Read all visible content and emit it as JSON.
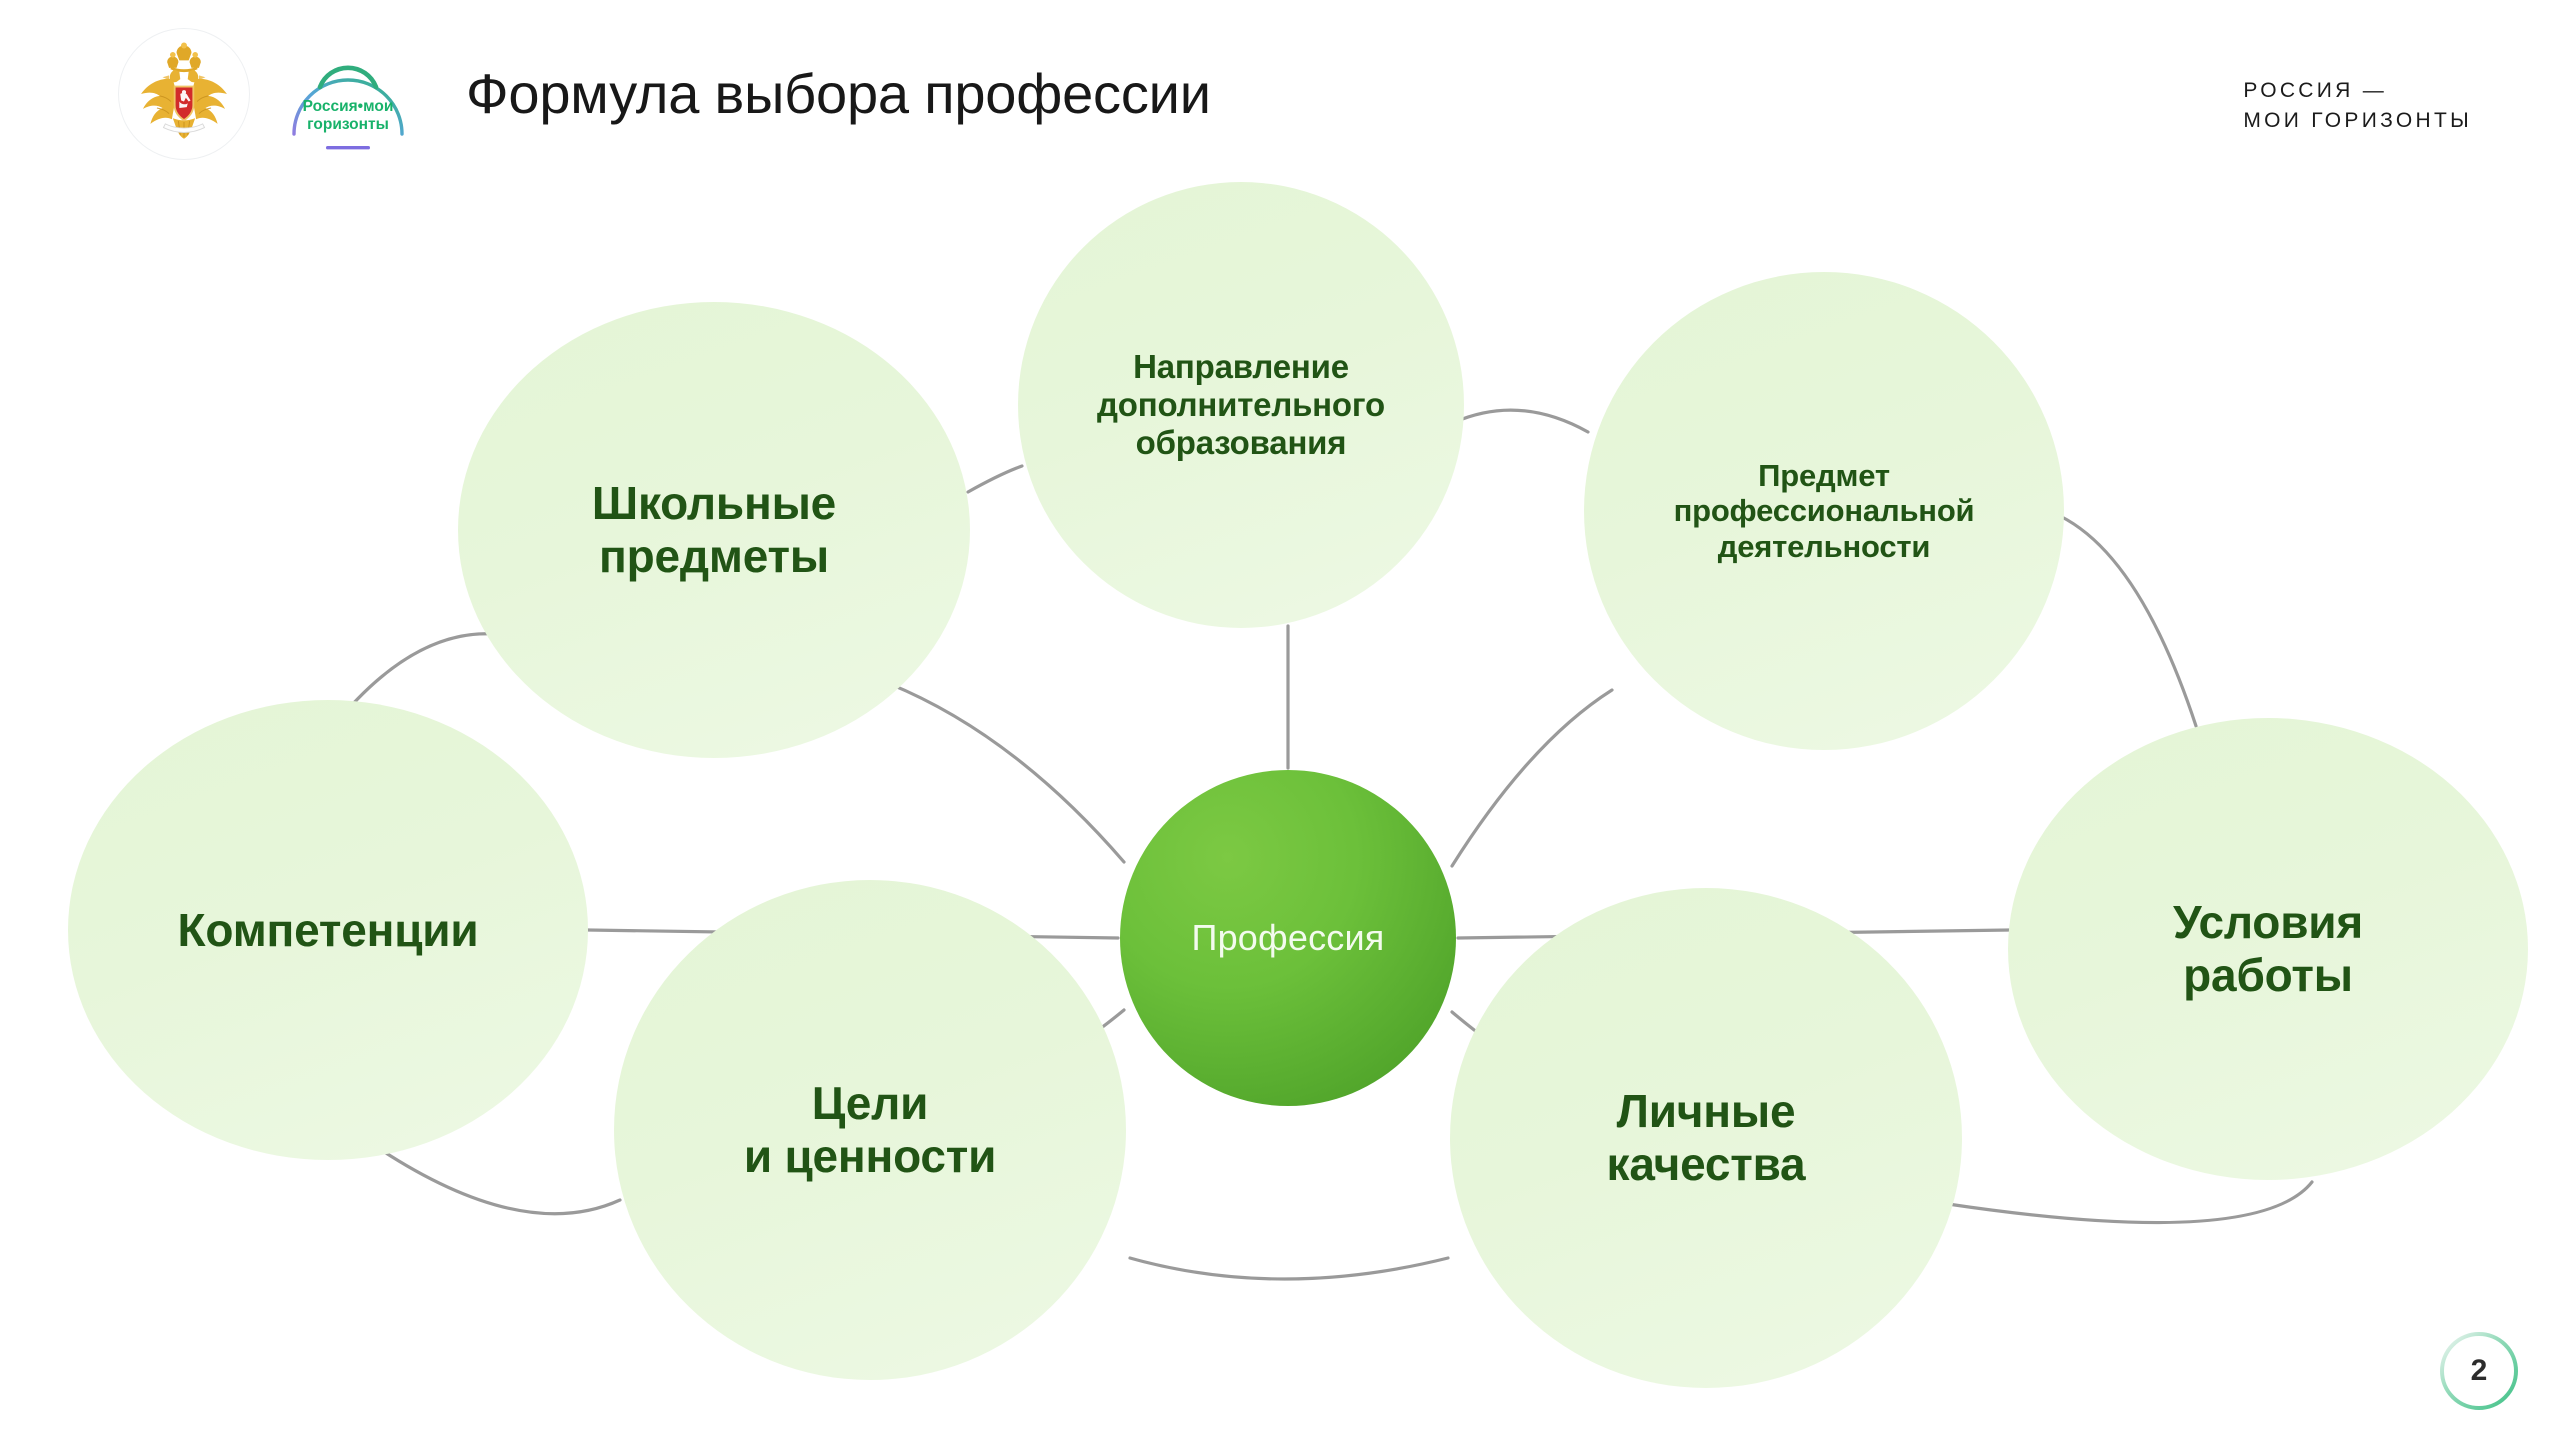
{
  "header": {
    "title": "Формула выбора профессии",
    "brand_line1": "РОССИЯ —",
    "brand_line2": "МОИ ГОРИЗОНТЫ",
    "emblem_icon": "russian-coat-of-arms-icon",
    "rmg_logo_line1": "Россия•мои",
    "rmg_logo_line2": "горизонты"
  },
  "diagram": {
    "center": {
      "label": "Профессия",
      "color": "#5fba33"
    },
    "nodes": [
      {
        "id": "school",
        "label": "Школьные\nпредметы"
      },
      {
        "id": "extra",
        "label": "Направление\nдополнительного\nобразования"
      },
      {
        "id": "subject",
        "label": "Предмет\nпрофессиональной\nдеятельности"
      },
      {
        "id": "competence",
        "label": "Компетенции"
      },
      {
        "id": "goals",
        "label": "Цели\nи ценности"
      },
      {
        "id": "personal",
        "label": "Личные\nкачества"
      },
      {
        "id": "conditions",
        "label": "Условия\nработы"
      }
    ],
    "node_fill": "#e7f6da",
    "node_text_color": "#215415",
    "link_color": "#9a9a9a"
  },
  "footer": {
    "page_number": "2",
    "ring_color": "#46c48a"
  }
}
